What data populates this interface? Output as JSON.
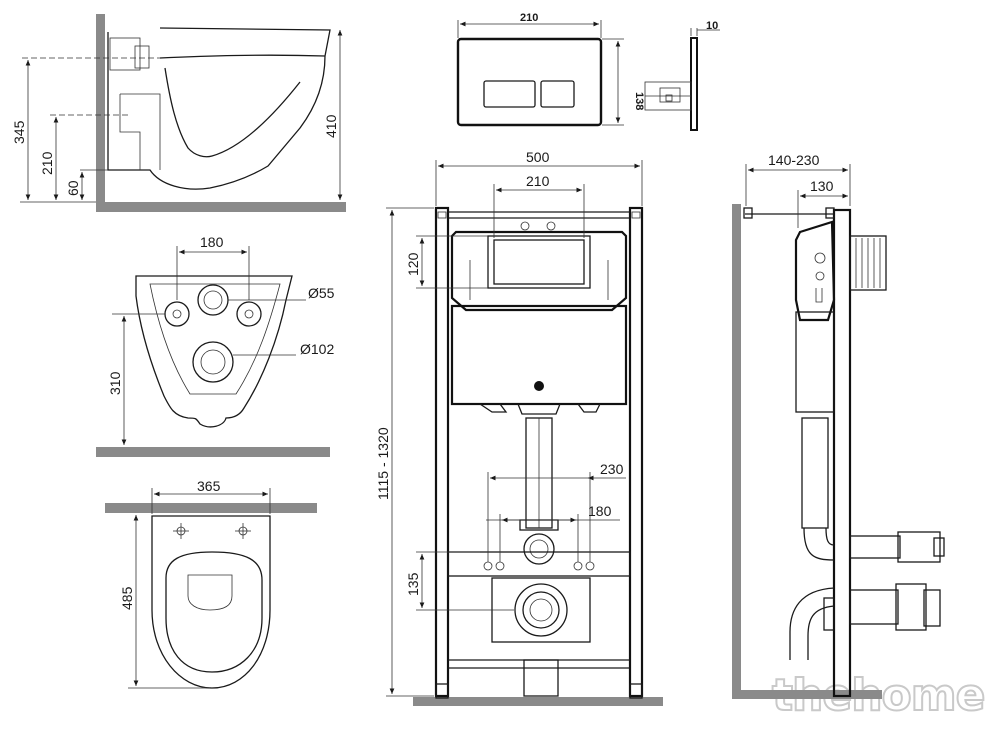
{
  "colors": {
    "line": "#1a1a1a",
    "wall": "#8a8a8a",
    "watermark_stroke": "#c9c9c9"
  },
  "side_view": {
    "dim_345": "345",
    "dim_210": "210",
    "dim_60": "60",
    "dim_410": "410"
  },
  "bottom_view": {
    "dim_180": "180",
    "dim_55": "Ø55",
    "dim_102": "Ø102",
    "dim_310": "310"
  },
  "top_view": {
    "dim_365": "365",
    "dim_485": "485"
  },
  "flush_plate": {
    "width": "210",
    "height": "138",
    "depth": "10"
  },
  "frame_front": {
    "width": "500",
    "inner_width": "210",
    "dim_120": "120",
    "height_range": "1115 - 1320",
    "dim_230": "230",
    "dim_180": "180",
    "dim_135": "135"
  },
  "frame_side": {
    "depth_range": "140-230",
    "depth": "130"
  },
  "watermark": "thehome"
}
